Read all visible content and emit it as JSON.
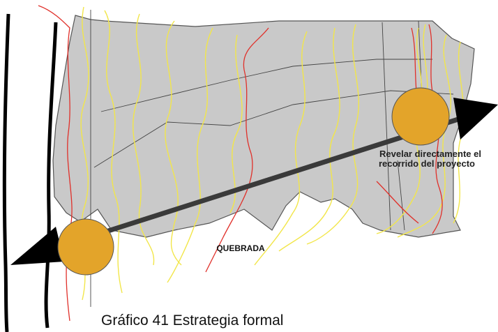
{
  "diagram": {
    "labels": {
      "path_note_line1": "Revelar directamente el",
      "path_note_line2": "recorrido del proyecto",
      "stream": "QUEBRADA"
    },
    "caption": "Gráfico 41 Estrategia formal",
    "colors": {
      "site_fill": "#c9c9c9",
      "site_border": "#555555",
      "contour": "#f2e64a",
      "red_line": "#e0302a",
      "axis_arrow": "#3a3a3a",
      "node": "#e3a42a",
      "boundary": "#000000"
    }
  }
}
